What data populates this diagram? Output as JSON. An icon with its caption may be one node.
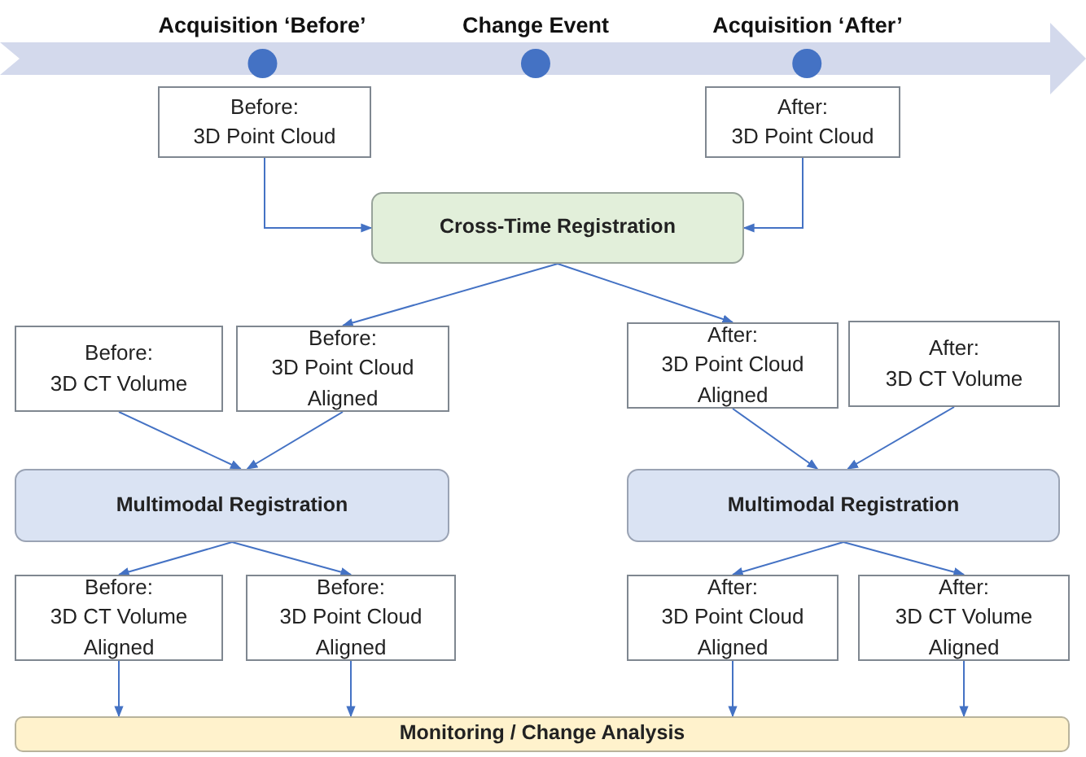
{
  "diagram": {
    "nodes": [
      {
        "text": [
          "Acquisition ‘Before’"
        ]
      },
      {
        "text": [
          "Change Event"
        ]
      },
      {
        "text": [
          "Acquisition ‘After’"
        ]
      },
      {
        "text": [
          "Before:",
          "3D Point Cloud"
        ]
      },
      {
        "text": [
          "After:",
          "3D Point Cloud"
        ]
      },
      {
        "text": [
          "Cross-Time Registration"
        ]
      },
      {
        "text": [
          "Before:",
          "3D CT Volume"
        ]
      },
      {
        "text": [
          "Before:",
          "3D Point Cloud Aligned"
        ]
      },
      {
        "text": [
          "After:",
          "3D Point Cloud Aligned"
        ]
      },
      {
        "text": [
          "After:",
          "3D CT Volume"
        ]
      },
      {
        "text": [
          "Multimodal Registration"
        ]
      },
      {
        "text": [
          "Multimodal Registration"
        ]
      },
      {
        "text": [
          "Before:",
          "3D CT Volume Aligned"
        ]
      },
      {
        "text": [
          "Before:",
          "3D Point Cloud Aligned"
        ]
      },
      {
        "text": [
          "After:",
          "3D Point Cloud Aligned"
        ]
      },
      {
        "text": [
          "After:",
          "3D CT Volume Aligned"
        ]
      },
      {
        "text": [
          "Monitoring / Change Analysis"
        ]
      }
    ],
    "edges": [
      {
        "from": 3,
        "to": 5,
        "arrow": "to"
      },
      {
        "from": 4,
        "to": 5,
        "arrow": "to"
      },
      {
        "from": 5,
        "to": 7,
        "arrow": "to"
      },
      {
        "from": 5,
        "to": 8,
        "arrow": "to"
      },
      {
        "from": 6,
        "to": 10,
        "arrow": "to"
      },
      {
        "from": 7,
        "to": 10,
        "arrow": "to"
      },
      {
        "from": 8,
        "to": 11,
        "arrow": "to"
      },
      {
        "from": 9,
        "to": 11,
        "arrow": "to"
      },
      {
        "from": 10,
        "to": 12,
        "arrow": "to"
      },
      {
        "from": 10,
        "to": 13,
        "arrow": "to"
      },
      {
        "from": 11,
        "to": 14,
        "arrow": "to"
      },
      {
        "from": 11,
        "to": 15,
        "arrow": "to"
      },
      {
        "from": 12,
        "to": 16,
        "arrow": "to"
      },
      {
        "from": 13,
        "to": 16,
        "arrow": "to"
      },
      {
        "from": 14,
        "to": 16,
        "arrow": "to"
      },
      {
        "from": 15,
        "to": 16,
        "arrow": "to"
      }
    ]
  }
}
